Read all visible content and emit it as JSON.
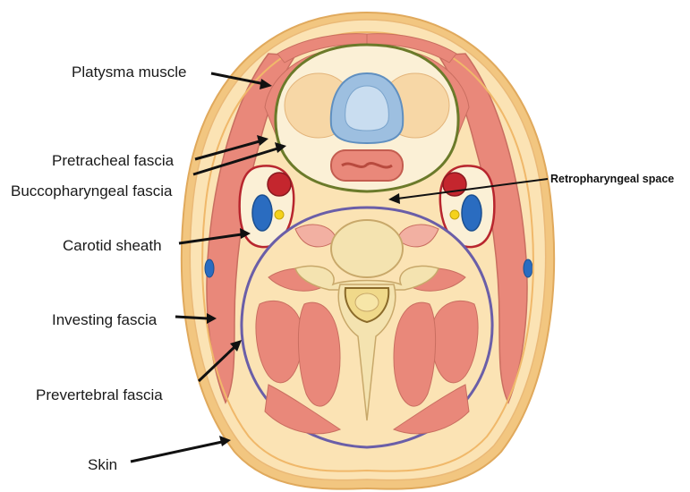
{
  "labels": {
    "platysma": "Platysma muscle",
    "pretracheal": "Pretracheal fascia",
    "buccopharyngeal": "Buccopharyngeal fascia",
    "carotid": "Carotid sheath",
    "investing": "Investing fascia",
    "prevertebral": "Prevertebral fascia",
    "skin": "Skin",
    "retropharyngeal": "Retropharyngeal space"
  },
  "colors": {
    "skin_outer": "#f2c680",
    "subcutaneous": "#fbe3b4",
    "muscle": "#e9887a",
    "muscle_light": "#f2b0a2",
    "muscle_stroke": "#c96e60",
    "investing_line": "#f0b86a",
    "prevertebral_line": "#6a5ea8",
    "platysma_line": "#6b7a2a",
    "artery": "#c4262e",
    "vein": "#2a6cc0",
    "nerve": "#f5d21b",
    "bone": "#f4e3b0",
    "cartilage_blue": "#9dbfe0",
    "thyroid": "#f7d7a6",
    "arrow": "#111111"
  }
}
